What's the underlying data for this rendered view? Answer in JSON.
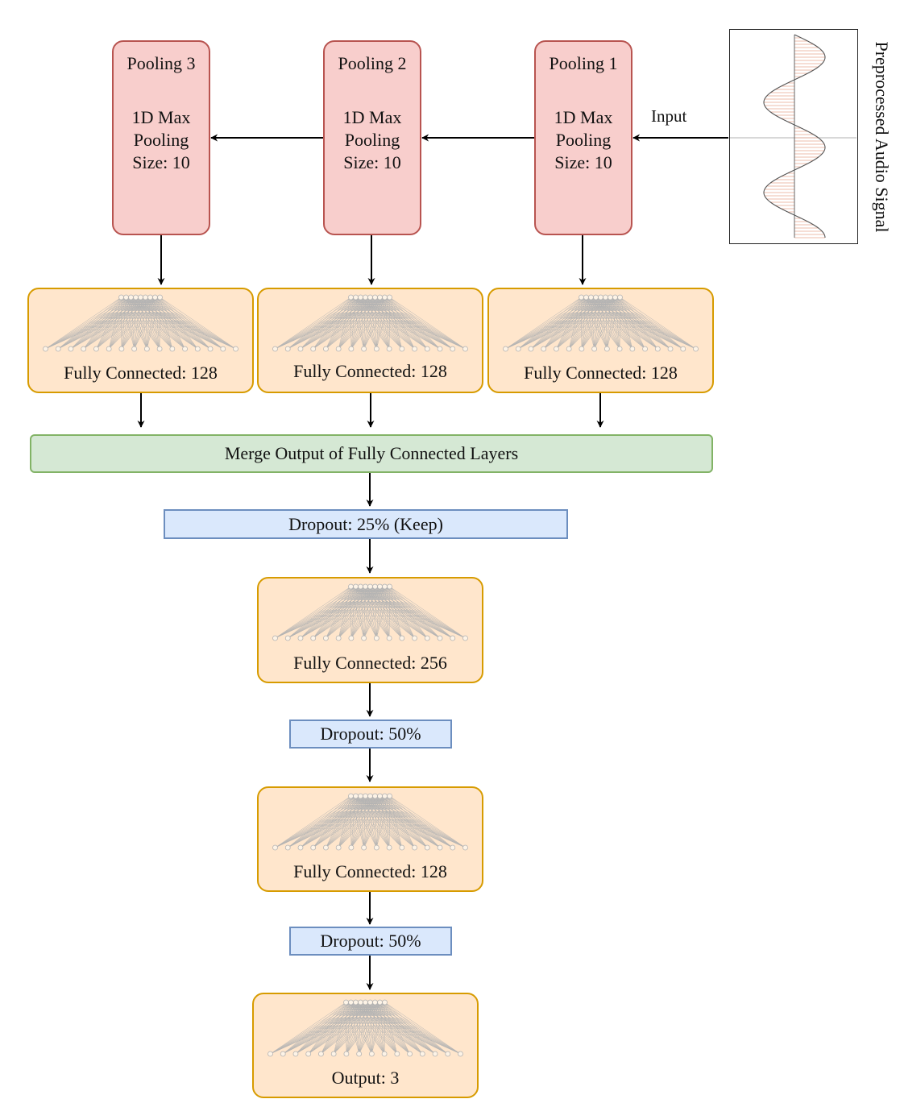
{
  "signal": {
    "label": "Preprocessed Audio Signal"
  },
  "input_label": "Input",
  "pooling": [
    {
      "title": "Pooling 3",
      "lines": [
        "1D Max",
        "Pooling",
        "Size: 10"
      ]
    },
    {
      "title": "Pooling 2",
      "lines": [
        "1D Max",
        "Pooling",
        "Size: 10"
      ]
    },
    {
      "title": "Pooling 1",
      "lines": [
        "1D Max",
        "Pooling",
        "Size: 10"
      ]
    }
  ],
  "fc_top": [
    {
      "label": "Fully Connected: 128"
    },
    {
      "label": "Fully Connected: 128"
    },
    {
      "label": "Fully Connected: 128"
    }
  ],
  "merge": {
    "label": "Merge Output of Fully Connected Layers"
  },
  "dropout1": {
    "label": "Dropout: 25% (Keep)"
  },
  "fc2": {
    "label": "Fully Connected: 256"
  },
  "dropout2": {
    "label": "Dropout: 50%"
  },
  "fc3": {
    "label": "Fully Connected: 128"
  },
  "dropout3": {
    "label": "Dropout: 50%"
  },
  "output": {
    "label": "Output: 3"
  },
  "colors": {
    "pool_fill": "#f8cecc",
    "pool_border": "#b85450",
    "fc_fill": "#ffe6cc",
    "fc_border": "#d79b00",
    "merge_fill": "#d5e8d4",
    "merge_border": "#82b366",
    "dropout_fill": "#dae8fc",
    "dropout_border": "#6c8ebf"
  }
}
